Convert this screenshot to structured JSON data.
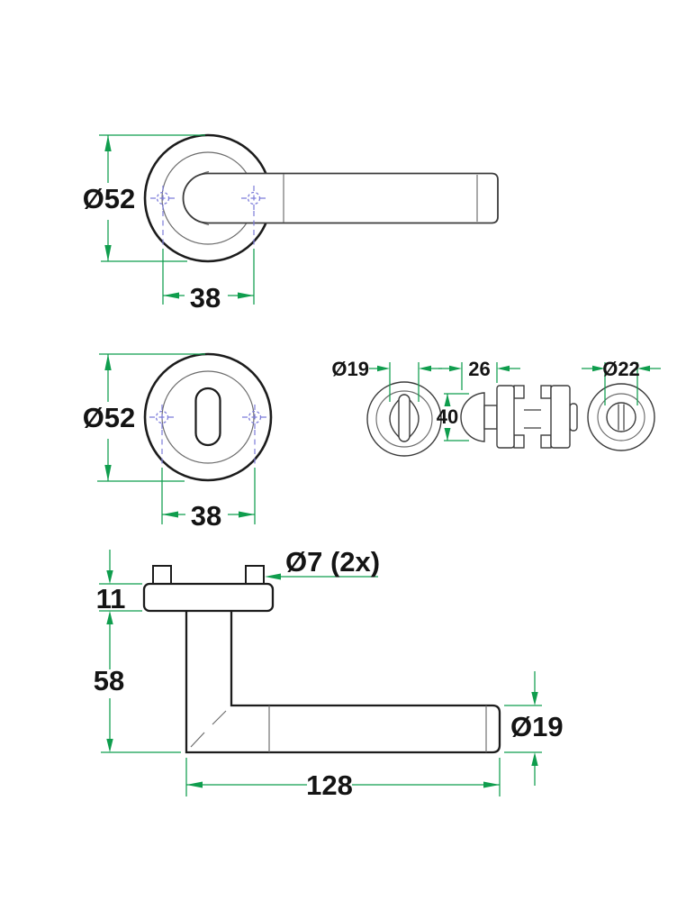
{
  "colors": {
    "outline": "#1c1c1c",
    "thin": "#6b6b6b",
    "mid": "#3c3c3c",
    "dim": "#0f9d4d",
    "center": "#7c7cd9"
  },
  "views": {
    "lever_front": {
      "labels": {
        "diameter": "Ø52",
        "spacing": "38"
      }
    },
    "escutcheon": {
      "labels": {
        "diameter": "Ø52",
        "spacing": "38"
      }
    },
    "turn_release": {
      "labels": {
        "knob_diameter": "Ø19",
        "projection": "26",
        "knob_length": "40",
        "release_diameter": "Ø22"
      }
    },
    "lever_side": {
      "labels": {
        "screw_holes": "Ø7 (2x)",
        "rose_thickness": "11",
        "height": "58",
        "grip_diameter": "Ø19",
        "length": "128"
      }
    }
  }
}
